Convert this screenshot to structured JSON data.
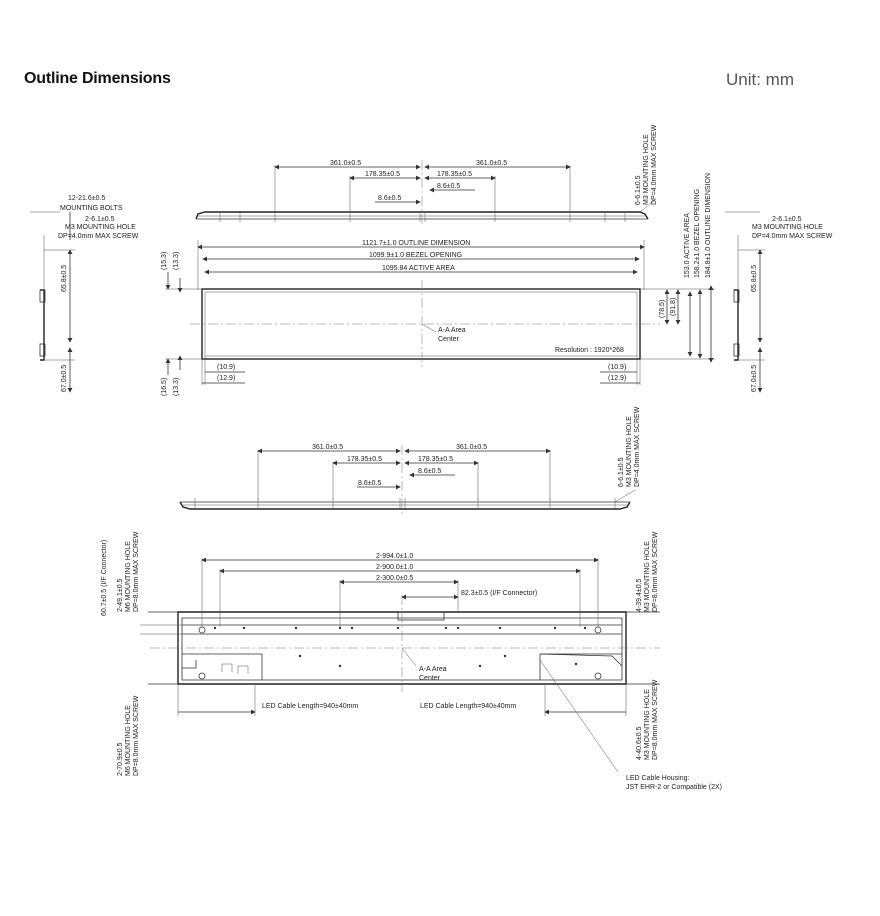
{
  "title": "Outline Dimensions",
  "unit": "Unit: mm",
  "top_view": {
    "dim_361_left": "361.0±0.5",
    "dim_361_right": "361.0±0.5",
    "dim_178_left": "178.35±0.5",
    "dim_178_right": "178.35±0.5",
    "dim_8_6_a": "8.6±0.5",
    "dim_8_6_b": "8.6±0.5",
    "mount_hole": [
      "6-6.1±0.5",
      "M3 MOUNTING HOLE",
      "DP=4.0mm MAX SCREW"
    ]
  },
  "left_side": {
    "bolts": [
      "12-21.6±0.5",
      "MOUNTING BOLTS"
    ],
    "hole": [
      "2-6.1±0.5",
      "M3 MOUNTING HOLE",
      "DP=4.0mm MAX SCREW"
    ],
    "dim_65": "65.8±0.5",
    "dim_67": "67.0±0.5"
  },
  "right_side": {
    "hole": [
      "2-6.1±0.5",
      "M3 MOUNTING HOLE",
      "DP=4.0mm MAX SCREW"
    ],
    "dim_65": "65.8±0.5",
    "dim_67": "67.0±0.5"
  },
  "front_view": {
    "outline": "1121.7±1.0 OUTLINE DIMENSION",
    "bezel": "1099.9±1.0 BEZEL OPENING",
    "active": "1095.84 ACTIVE AREA",
    "v_active": "153.0 ACTIVE AREA",
    "v_bezel": "158.2±1.0 BEZEL OPENING",
    "v_outline": "184.8±1.0 OUTLINE DIMENSION",
    "d_15_3": "(15.3)",
    "d_13_3_top": "(13.3)",
    "d_16_5": "(16.5)",
    "d_13_3_bot": "(13.3)",
    "d_78_5": "(78.5)",
    "d_91_8": "(91.8)",
    "d_10_9_l": "(10.9)",
    "d_12_9_l": "(12.9)",
    "d_10_9_r": "(10.9)",
    "d_12_9_r": "(12.9)",
    "center_label": [
      "A-A Area",
      "Center"
    ],
    "resolution": "Resolution : 1920*268"
  },
  "bottom_view": {
    "dim_361_left": "361.0±0.5",
    "dim_361_right": "361.0±0.5",
    "dim_178_left": "178.35±0.5",
    "dim_178_right": "178.35±0.5",
    "dim_8_6_a": "8.6±0.5",
    "dim_8_6_b": "8.6±0.5",
    "mount_hole": [
      "6-6.1±0.5",
      "M3 MOUNTING HOLE",
      "DP=4.0mm MAX SCREW"
    ]
  },
  "rear_view": {
    "d_994": "2-994.0±1.0",
    "d_900": "2-900.0±1.0",
    "d_300": "2-300.0±0.5",
    "d_82": "82.3±0.5 (I/F Connector)",
    "left_conn": "60.7±0.5 (I/F Connector)",
    "left_m6_top": [
      "2-49.1±0.5",
      "M6 MOUNTING HOLE",
      "DP=8.0mm MAX SCREW"
    ],
    "left_m6_bot": [
      "2-70.9±0.5",
      "M6 MOUNTING HOLE",
      "DP=8.0mm MAX SCREW"
    ],
    "right_m3_top": [
      "4-39.4±0.5",
      "M3 MOUNTING HOLE",
      "DP=8.0mm MAX SCREW"
    ],
    "right_m3_bot": [
      "4-40.6±0.5",
      "M3 MOUNTING HOLE",
      "DP=8.0mm MAX SCREW"
    ],
    "center_label": [
      "A-A Area",
      "Center"
    ],
    "cable_left": "LED Cable Length=940±40mm",
    "cable_right": "LED Cable Length=940±40mm",
    "housing": [
      "LED Cable Housing:",
      "JST EHR-2 or Compatible (2X)"
    ]
  }
}
